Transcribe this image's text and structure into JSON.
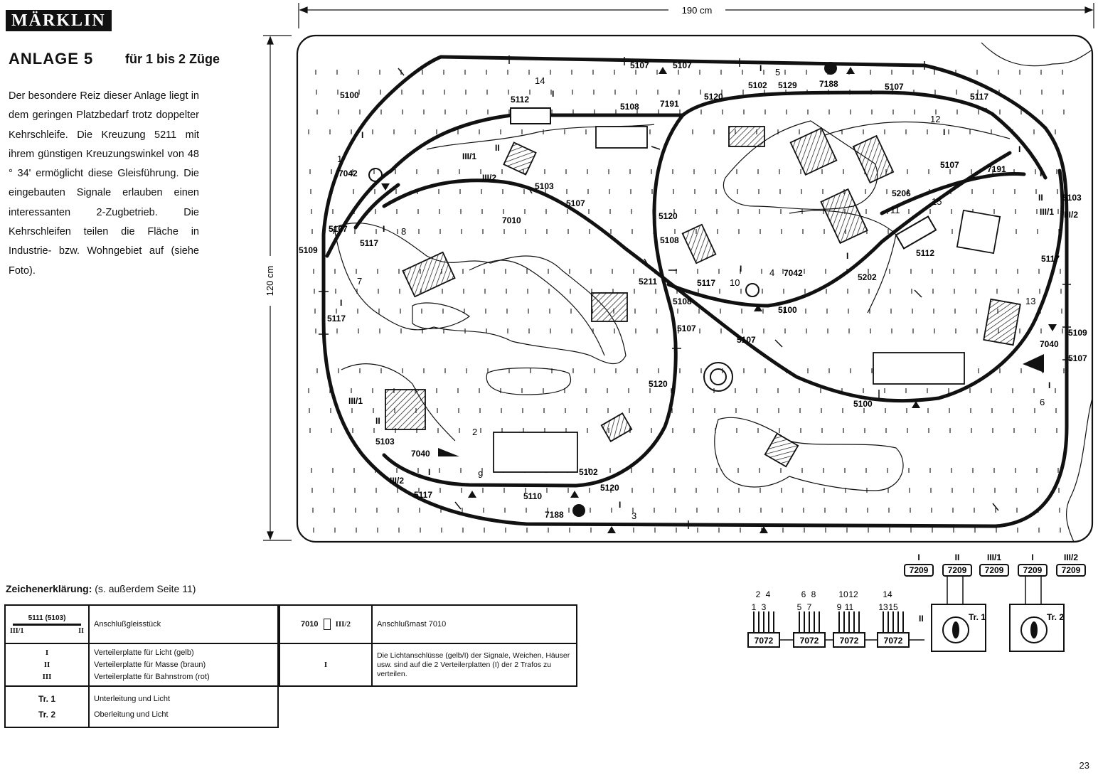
{
  "header": {
    "brand": "MÄRKLIN",
    "title": "ANLAGE 5",
    "subtitle": "für 1 bis 2 Züge"
  },
  "description": "Der besondere Reiz dieser Anlage liegt in dem geringen Platzbedarf trotz doppelter Kehrschleife. Die Kreuzung 5211 mit ihrem günstigen Kreuzungswinkel von 48 ° 34' ermöglicht diese Gleisführung. Die eingebauten Signale erlauben einen interessanten 2-Zugbetrieb. Die Kehrschleifen teilen die Fläche in Industrie- bzw. Wohngebiet auf (siehe Foto).",
  "dimensions": {
    "width_label": "190 cm",
    "height_label": "120 cm"
  },
  "track_labels": [
    {
      "id": "t1",
      "text": "5107"
    },
    {
      "id": "t2",
      "text": "5107"
    },
    {
      "id": "t3",
      "text": "5102"
    },
    {
      "id": "t4",
      "text": "5129"
    },
    {
      "id": "t5",
      "text": "7188"
    },
    {
      "id": "t6",
      "text": "5107"
    },
    {
      "id": "t7",
      "text": "5117"
    },
    {
      "id": "t8",
      "text": "5100"
    },
    {
      "id": "t9",
      "text": "5112"
    },
    {
      "id": "t10",
      "text": "5108"
    },
    {
      "id": "t11",
      "text": "7191"
    },
    {
      "id": "t12",
      "text": "5120"
    },
    {
      "id": "t13",
      "text": "7042"
    },
    {
      "id": "t14",
      "text": "5103"
    },
    {
      "id": "t15",
      "text": "5107"
    },
    {
      "id": "t16",
      "text": "7010"
    },
    {
      "id": "t17",
      "text": "5107"
    },
    {
      "id": "t18",
      "text": "5117"
    },
    {
      "id": "t19",
      "text": "5109"
    },
    {
      "id": "t20",
      "text": "5117"
    },
    {
      "id": "t21",
      "text": "5120"
    },
    {
      "id": "t22",
      "text": "5108"
    },
    {
      "id": "t23",
      "text": "5211"
    },
    {
      "id": "t24",
      "text": "5117"
    },
    {
      "id": "t25",
      "text": "5108"
    },
    {
      "id": "t26",
      "text": "5107"
    },
    {
      "id": "t27",
      "text": "5107"
    },
    {
      "id": "t28",
      "text": "5100"
    },
    {
      "id": "t29",
      "text": "7042"
    },
    {
      "id": "t30",
      "text": "5202"
    },
    {
      "id": "t31",
      "text": "5112"
    },
    {
      "id": "t32",
      "text": "5206"
    },
    {
      "id": "t33",
      "text": "5107"
    },
    {
      "id": "t34",
      "text": "7191"
    },
    {
      "id": "t35",
      "text": "5103"
    },
    {
      "id": "t36",
      "text": "5117"
    },
    {
      "id": "t37",
      "text": "5109"
    },
    {
      "id": "t38",
      "text": "7040"
    },
    {
      "id": "t39",
      "text": "5107"
    },
    {
      "id": "t40",
      "text": "5100"
    },
    {
      "id": "t41",
      "text": "5120"
    },
    {
      "id": "t42",
      "text": "5103"
    },
    {
      "id": "t43",
      "text": "7040"
    },
    {
      "id": "t44",
      "text": "5117"
    },
    {
      "id": "t45",
      "text": "5110"
    },
    {
      "id": "t46",
      "text": "5102"
    },
    {
      "id": "t47",
      "text": "5120"
    },
    {
      "id": "t48",
      "text": "7188"
    }
  ],
  "connection_labels": [
    "1",
    "2",
    "3",
    "4",
    "5",
    "6",
    "7",
    "8",
    "9",
    "10",
    "11",
    "12",
    "13",
    "14",
    "15"
  ],
  "feeder_labels": {
    "I": "I",
    "II": "II",
    "III_1": "III/1",
    "III_2": "III/2"
  },
  "legend": {
    "title_bold": "Zeichenerklärung:",
    "title_rest": " (s. außerdem Seite 11)",
    "rows": [
      {
        "symbol_top": "5111   (5103)",
        "symbol_bottom_left": "III/1",
        "symbol_bottom_right": "II",
        "text": "Anschlußgleisstück"
      },
      {
        "symbols": [
          "I",
          "II",
          "III"
        ],
        "lines": [
          "Verteilerplatte für Licht (gelb)",
          "Verteilerplatte für Masse (braun)",
          "Verteilerplatte für Bahnstrom (rot)"
        ]
      },
      {
        "symbols": [
          "Tr. 1",
          "Tr. 2"
        ],
        "lines": [
          "Unterleitung und Licht",
          "Oberleitung und Licht"
        ]
      }
    ],
    "right_rows": [
      {
        "symbol_left": "7010",
        "symbol_right": "III/2",
        "text": "Anschlußmast 7010"
      },
      {
        "symbol": "I",
        "text": "Die Lichtanschlüsse (gelb/I) der Signale, Weichen, Häuser usw. sind auf die 2 Verteilerplatten (I) der 2 Trafos zu verteilen."
      }
    ]
  },
  "wiring": {
    "distributors": [
      {
        "label": "7072",
        "top": [
          "2",
          "4"
        ],
        "bottom": [
          "1",
          "3"
        ]
      },
      {
        "label": "7072",
        "top": [
          "6",
          "8"
        ],
        "bottom": [
          "5",
          "7"
        ]
      },
      {
        "label": "7072",
        "top": [
          "10",
          "12"
        ],
        "bottom": [
          "9",
          "11"
        ]
      },
      {
        "label": "7072",
        "top": [
          "14"
        ],
        "bottom": [
          "13",
          "15"
        ]
      }
    ],
    "distributor_output": "II",
    "plates": [
      {
        "label": "7209",
        "name": "I"
      },
      {
        "label": "7209",
        "name": "II"
      },
      {
        "label": "7209",
        "name": "III/1"
      },
      {
        "label": "7209",
        "name": "I"
      },
      {
        "label": "7209",
        "name": "III/2"
      }
    ],
    "transformers": [
      "Tr. 1",
      "Tr. 2"
    ]
  },
  "page_number": "23"
}
